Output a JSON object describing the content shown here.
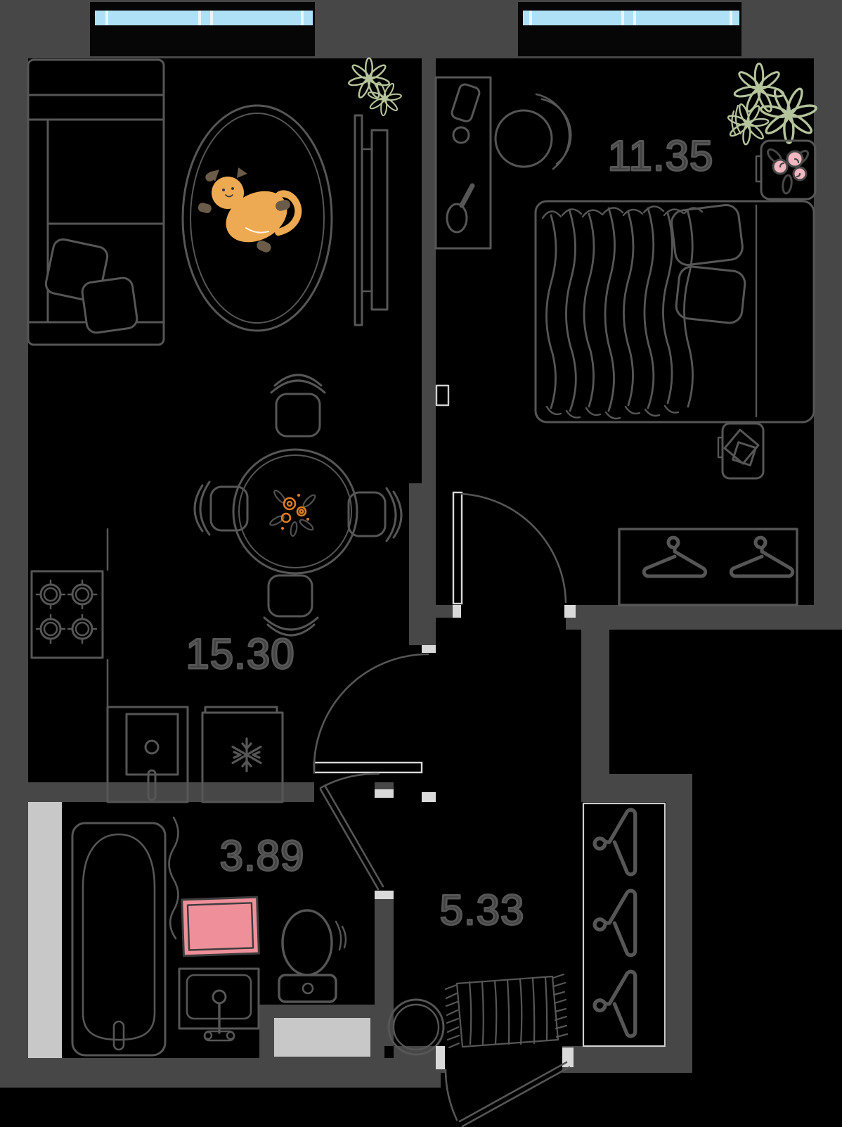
{
  "title": "Apartment floor plan",
  "rooms": [
    {
      "name": "living-room-kitchen",
      "area": "15.30"
    },
    {
      "name": "bedroom",
      "area": "11.35"
    },
    {
      "name": "bathroom",
      "area": "3.89"
    },
    {
      "name": "hallway",
      "area": "5.33"
    }
  ],
  "colors": {
    "background": "#000000",
    "wall_gray": "#474747",
    "furniture_outline": "#565656",
    "label_text": "#414141",
    "window_glass": "#aee1f6",
    "window_mullion": "#e9f5fb",
    "door_stop_white": "#d9d9d9",
    "shaft_light_gray": "#c8c8c8",
    "washing_machine_pink": "#ee8f99",
    "flower_pink": "#f2b7c0",
    "plant_green": "#b5c49b",
    "cat_orange": "#edaa52",
    "cat_paws_brown": "#6b5b49",
    "flower_orange": "#de7b23"
  },
  "icons": [
    "snowflake-icon",
    "hanger-icon",
    "burner-icon",
    "plant-icon",
    "cat-icon"
  ]
}
